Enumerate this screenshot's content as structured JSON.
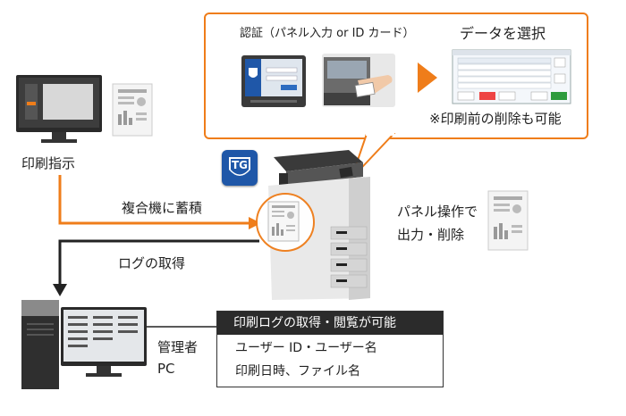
{
  "callout": {
    "auth_label": "認証（パネル入力 or ID カード）",
    "select_label": "データを選択",
    "delete_note": "※印刷前の削除も可能"
  },
  "labels": {
    "print_instruction": "印刷指示",
    "store_on_mfp": "複合機に蓄積",
    "get_log": "ログの取得",
    "panel_output_1": "パネル操作で",
    "panel_output_2": "出力・削除",
    "admin_1": "管理者",
    "admin_2": "PC"
  },
  "logo": {
    "text": "TG"
  },
  "info_box": {
    "header": "印刷ログの取得・閲覧が可能",
    "line1": "ユーザー ID・ユーザー名",
    "line2": "印刷日時、ファイル名"
  },
  "colors": {
    "accent": "#ef7d1a",
    "logo_blue": "#1f57a8",
    "dark": "#2b2b2b"
  }
}
